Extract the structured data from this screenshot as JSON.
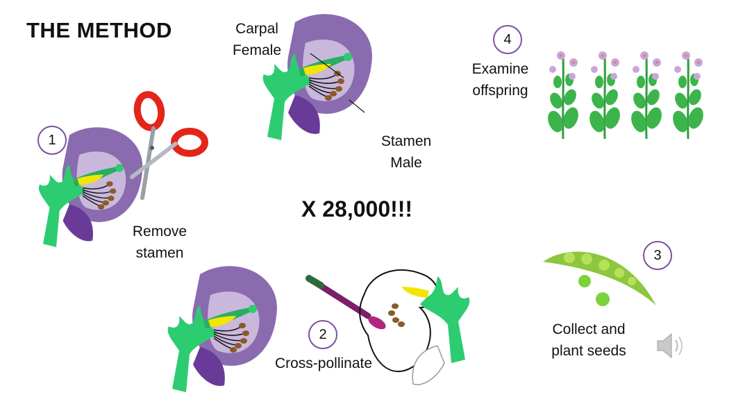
{
  "title": "THE METHOD",
  "multiplier": "X 28,000!!!",
  "steps": [
    {
      "number": "1",
      "label_line1": "Remove",
      "label_line2": "stamen"
    },
    {
      "number": "2",
      "label": "Cross-pollinate"
    },
    {
      "number": "3",
      "label_line1": "Collect and",
      "label_line2": "plant seeds"
    },
    {
      "number": "4",
      "label_line1": "Examine",
      "label_line2": "offspring"
    }
  ],
  "anatomy": {
    "carpal_line1": "Carpal",
    "carpal_line2": "Female",
    "stamen_line1": "Stamen",
    "stamen_line2": "Male"
  },
  "colors": {
    "petal_dark": "#8a6bb0",
    "petal_light": "#c9b8dc",
    "keel": "#6a3a98",
    "sepal_green": "#2ecc71",
    "carpel_yellow": "#f2e600",
    "anther_brown": "#8b5a2b",
    "scissors_red": "#e32619",
    "pod_green": "#8dc63f",
    "step_circle": "#7b4fa2"
  },
  "icons": [
    "scissors-icon",
    "paintbrush-icon",
    "speaker-icon",
    "pea-pod-icon",
    "pea-plant-icon"
  ]
}
